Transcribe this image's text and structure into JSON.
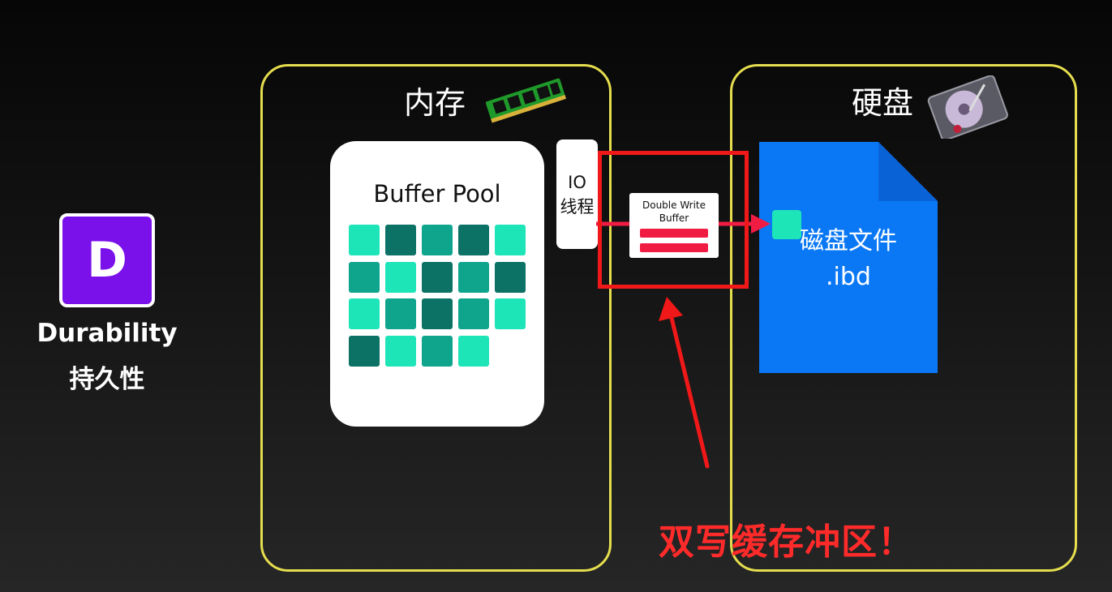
{
  "sidebar": {
    "badge_letter": "D",
    "title": "Durability",
    "subtitle": "持久性"
  },
  "memory": {
    "title": "内存",
    "icon": "ram-stick-icon",
    "buffer_pool_label": "Buffer Pool",
    "io_thread_label": {
      "line1": "IO",
      "line2": "线程"
    },
    "page_tile_shades": [
      [
        "light",
        "dark",
        "mid",
        "dark",
        "light"
      ],
      [
        "mid",
        "light",
        "dark",
        "mid",
        "dark"
      ],
      [
        "light",
        "mid",
        "dark",
        "mid",
        "light"
      ],
      [
        "dark",
        "light",
        "mid",
        "light"
      ]
    ]
  },
  "double_write_buffer": {
    "line1": "Double Write",
    "line2": "Buffer"
  },
  "disk": {
    "title": "硬盘",
    "icon": "hard-drive-icon",
    "file_label": "磁盘文件",
    "file_ext": ".ibd"
  },
  "callout": "双写缓存冲区！",
  "colors": {
    "panel_border": "#e5dd4e",
    "badge": "#7a10ea",
    "tile_light": "#1ee5b8",
    "tile_mid": "#0fa58d",
    "tile_dark": "#0b7265",
    "file_blue": "#0a78f5",
    "highlight_red": "#f01818",
    "buffer_bar_red": "#f01c44"
  }
}
